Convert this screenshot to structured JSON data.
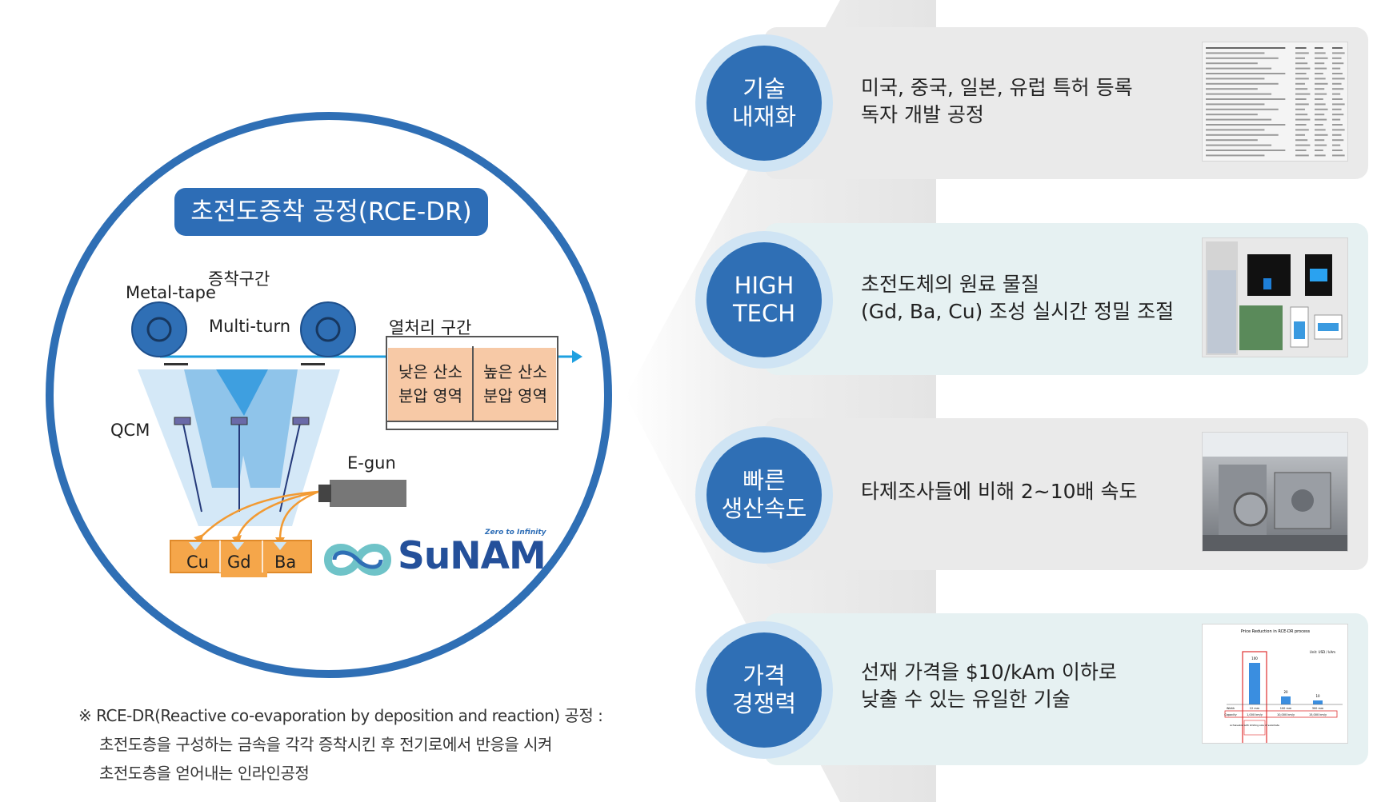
{
  "process_diagram": {
    "title": "초전도증착 공정(RCE-DR)",
    "labels": {
      "metal_tape": "Metal-tape",
      "deposition_zone": "증착구간",
      "multi_turn": "Multi-turn",
      "heat_zone": "열처리 구간",
      "qcm": "QCM",
      "egun": "E-gun"
    },
    "zones": [
      {
        "line1": "낮은 산소",
        "line2": "분압 영역"
      },
      {
        "line1": "높은 산소",
        "line2": "분압 영역"
      }
    ],
    "elements": [
      "Cu",
      "Gd",
      "Ba"
    ],
    "colors": {
      "accent_blue": "#2f6fb5",
      "zone_fill": "#f7c9a6",
      "source_orange": "#f5a64a",
      "arrow": "#1ea0e0"
    }
  },
  "logo": {
    "name": "SuNAM",
    "tagline": "Zero to Infinity"
  },
  "footnote": {
    "line1": "※ RCE-DR(Reactive co-evaporation by deposition and reaction) 공정 :",
    "line2": "초전도층을 구성하는 금속을 각각 증착시킨 후 전기로에서 반응을 시켜",
    "line3": "초전도층을 얻어내는 인라인공정"
  },
  "features": [
    {
      "badge_line1": "기술",
      "badge_line2": "내재화",
      "text_line1": "미국, 중국, 일본, 유럽 특허 등록",
      "text_line2": "독자 개발 공정",
      "thumbnail": "patent-table-icon"
    },
    {
      "badge_line1": "HIGH",
      "badge_line2": "TECH",
      "text_line1": "초전도체의 원료 물질",
      "text_line2": "(Gd, Ba, Cu) 조성 실시간 정밀 조절",
      "thumbnail": "control-software-icon"
    },
    {
      "badge_line1": "빠른",
      "badge_line2": "생산속도",
      "text_line1": "타제조사들에 비해 2~10배 속도",
      "text_line2": "",
      "thumbnail": "production-machine-photo"
    },
    {
      "badge_line1": "가격",
      "badge_line2": "경쟁력",
      "text_line1": "선재 가격을 $10/kAm 이하로",
      "text_line2": "낮출 수 있는 유일한 기술",
      "thumbnail": "price-chart-icon"
    }
  ],
  "price_chart": {
    "title": "Price Reduction in RCE-DR process",
    "unit_label": "Unit: USD / kAm",
    "values": [
      "100",
      "20",
      "10"
    ],
    "capacity_label": "Capacity",
    "capacities": [
      "1,000 km/y",
      "10,000 km/y",
      "15,000 km/y"
    ],
    "width_label": "Width",
    "widths": [
      "12 mm",
      "100 mm",
      "300 mm"
    ],
    "note": "Achievable with limiting size of substrate"
  }
}
